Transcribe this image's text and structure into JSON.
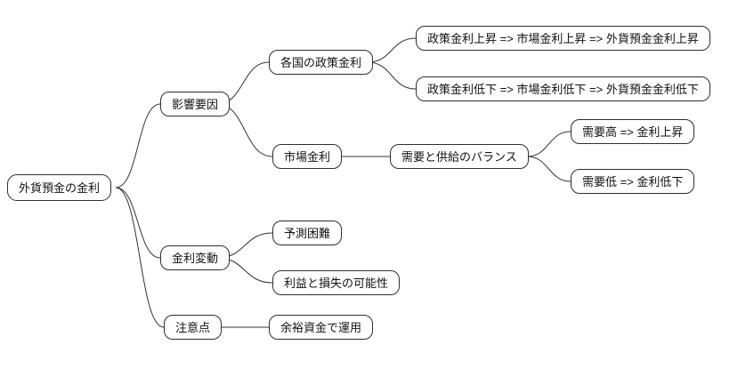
{
  "mindmap": {
    "root": {
      "label": "外貨預金の金利"
    },
    "branches": [
      {
        "label": "影響要因",
        "children": [
          {
            "label": "各国の政策金利",
            "children": [
              {
                "label": "政策金利上昇 => 市場金利上昇 => 外貨預金金利上昇"
              },
              {
                "label": "政策金利低下 => 市場金利低下 => 外貨預金金利低下"
              }
            ]
          },
          {
            "label": "市場金利",
            "children": [
              {
                "label": "需要と供給のバランス",
                "children": [
                  {
                    "label": "需要高 => 金利上昇"
                  },
                  {
                    "label": "需要低 => 金利低下"
                  }
                ]
              }
            ]
          }
        ]
      },
      {
        "label": "金利変動",
        "children": [
          {
            "label": "予測困難"
          },
          {
            "label": "利益と損失の可能性"
          }
        ]
      },
      {
        "label": "注意点",
        "children": [
          {
            "label": "余裕資金で運用"
          }
        ]
      }
    ],
    "colors": {
      "background": "#ffffff",
      "node_fill": "#ffffff",
      "node_border": "#2e2e2e",
      "edge": "#333333",
      "text": "#111111"
    }
  }
}
